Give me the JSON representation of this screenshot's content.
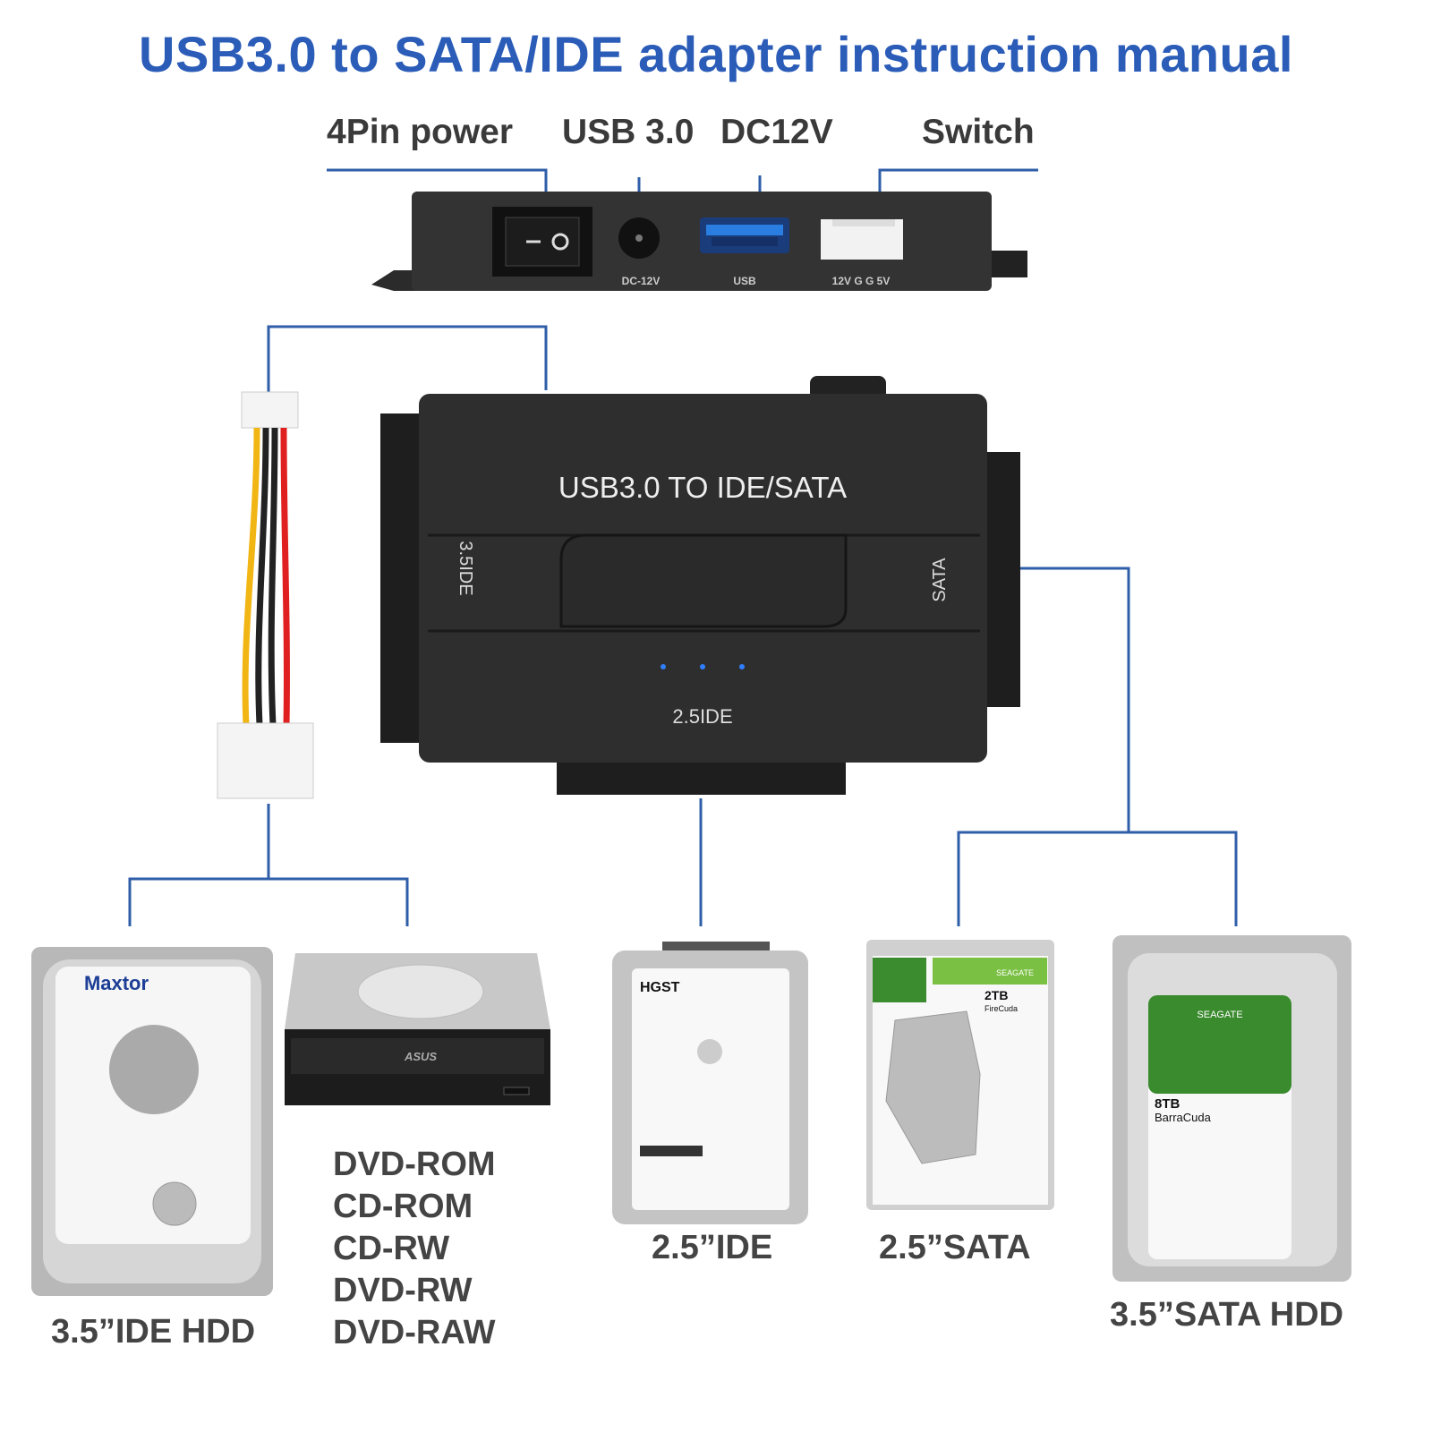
{
  "title": "USB3.0 to SATA/IDE adapter instruction manual",
  "port_labels": {
    "pin_power": "4Pin power",
    "usb": "USB 3.0",
    "dc": "DC12V",
    "switch": "Switch"
  },
  "port_panel": {
    "dc_marking": "DC-12V",
    "usb_marking": "USB",
    "power_marking": "12V G G 5V"
  },
  "adapter": {
    "name": "USB3.0 TO IDE/SATA",
    "left_port": "3.5IDE",
    "right_port": "SATA",
    "bottom_port": "2.5IDE"
  },
  "drives": {
    "ide35": {
      "label": "3.5”IDE HDD",
      "brand": "Maxtor"
    },
    "optical": {
      "labels": [
        "DVD-ROM",
        "CD-ROM",
        "CD-RW",
        "DVD-RW",
        "DVD-RAW"
      ],
      "brand": "ASUS"
    },
    "ide25": {
      "label": "2.5”IDE",
      "brand": "HGST"
    },
    "sata25": {
      "label": "2.5”SATA",
      "brand": "SEAGATE",
      "capacity": "2TB",
      "model": "FireCuda"
    },
    "sata35": {
      "label": "3.5”SATA HDD",
      "brand": "SEAGATE",
      "capacity": "8TB",
      "model": "BarraCuda"
    }
  },
  "colors": {
    "title": "#2a5cb8",
    "connector_line": "#2f5ea8",
    "device": "#2b2b2b",
    "led": "#2f7fff",
    "usb_port": "#2a7de1"
  }
}
